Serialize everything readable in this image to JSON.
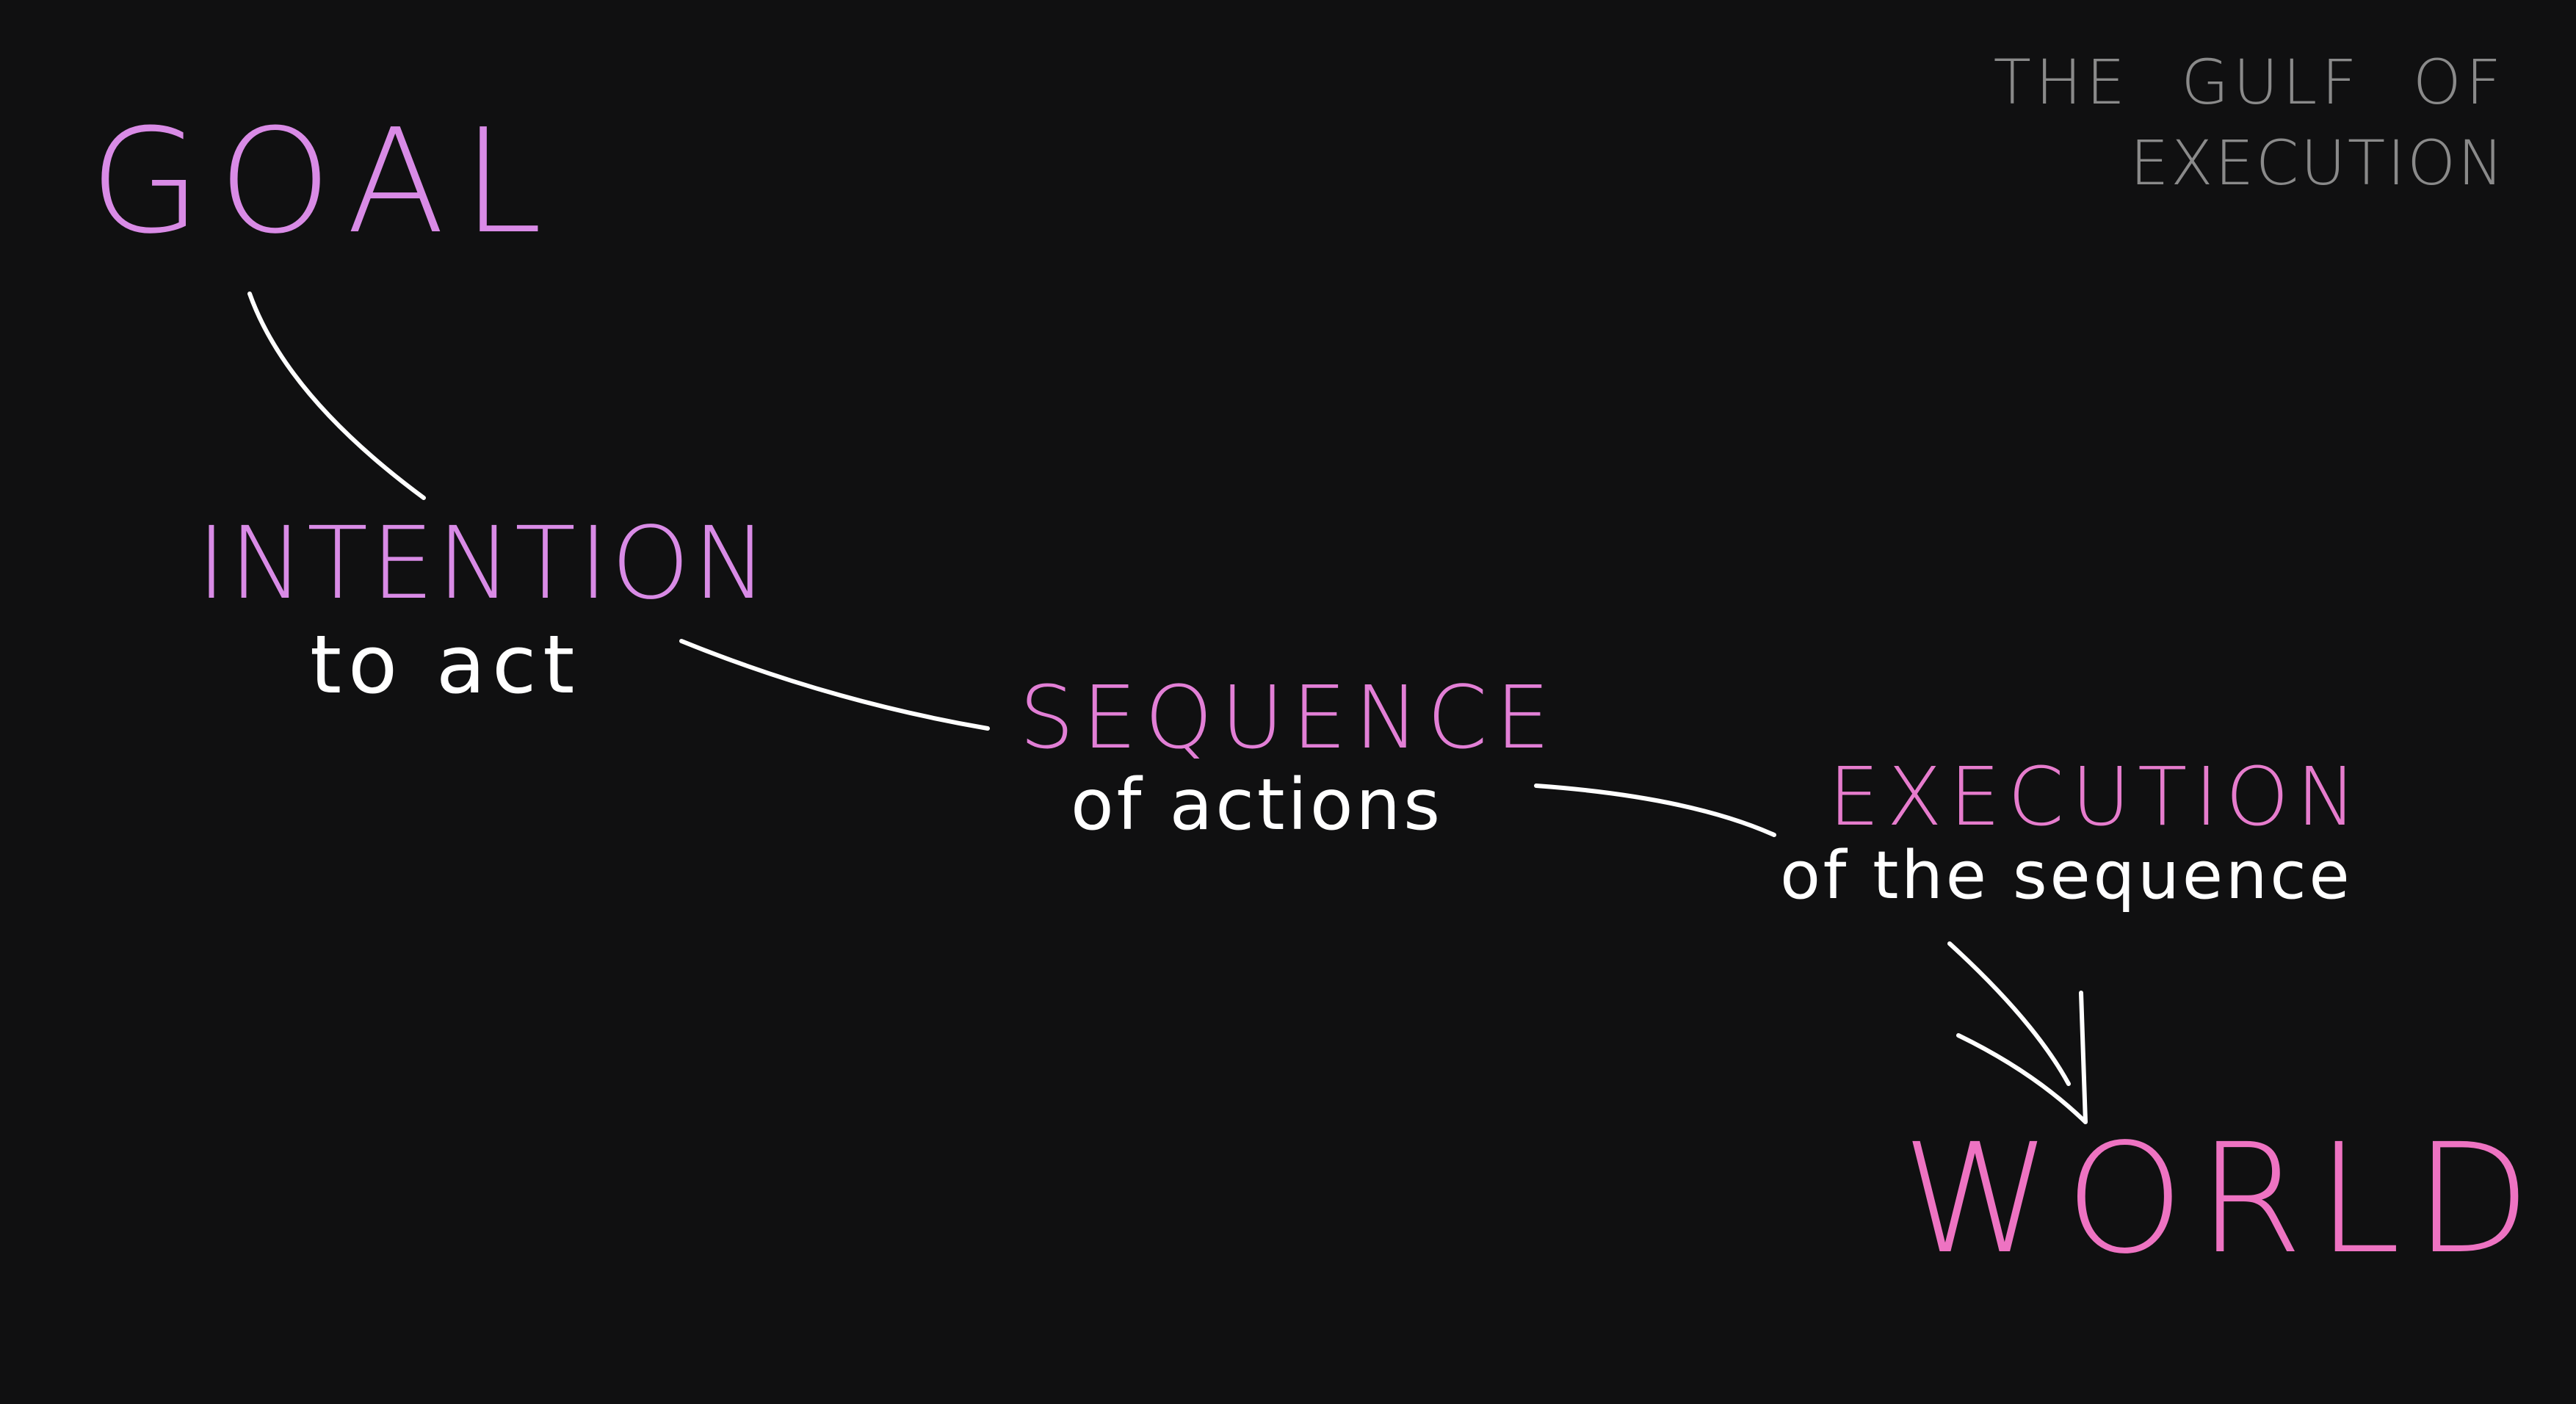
{
  "title": {
    "line1": "THE GULF OF",
    "line2": "EXECUTION"
  },
  "nodes": {
    "goal": {
      "label": "GOAL"
    },
    "intention": {
      "label": "INTENTION",
      "sub": "to act"
    },
    "sequence": {
      "label": "SEQUENCE",
      "sub": "of actions"
    },
    "execution": {
      "label": "EXECUTION",
      "sub": "of the sequence"
    },
    "world": {
      "label": "WORLD"
    }
  },
  "colors": {
    "background": "#101011",
    "goal": "#d98be6",
    "intention": "#d98be6",
    "sequence": "#e27fd6",
    "execution": "#e67ccd",
    "world": "#ee73c2",
    "subtext": "#ffffff",
    "connector": "#ffffff",
    "title": "#8a8a8a"
  }
}
